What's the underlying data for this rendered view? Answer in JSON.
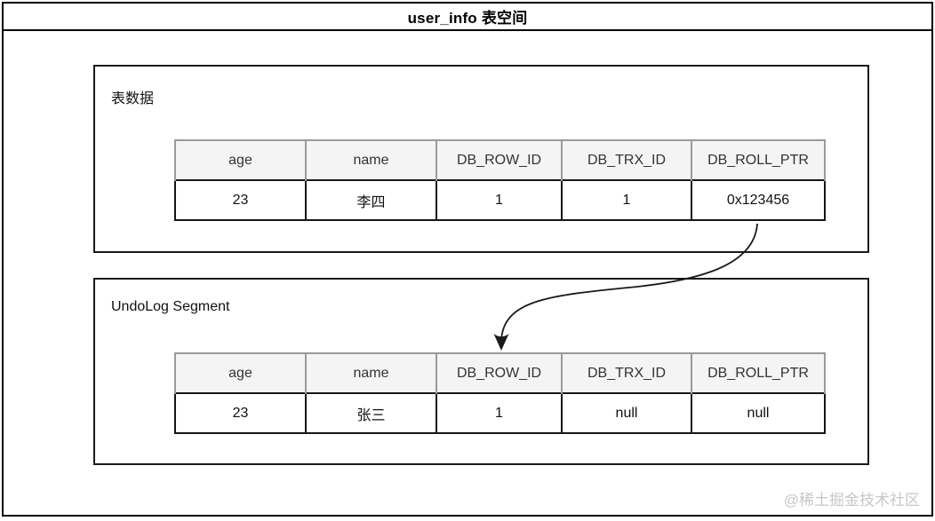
{
  "title": "user_info 表空间",
  "watermark": "@稀土掘金技术社区",
  "sections": [
    {
      "label": "表数据",
      "table": {
        "headers": [
          "age",
          "name",
          "DB_ROW_ID",
          "DB_TRX_ID",
          "DB_ROLL_PTR"
        ],
        "row": [
          "23",
          "李四",
          "1",
          "1",
          "0x123456"
        ]
      }
    },
    {
      "label": "UndoLog Segment",
      "table": {
        "headers": [
          "age",
          "name",
          "DB_ROW_ID",
          "DB_TRX_ID",
          "DB_ROLL_PTR"
        ],
        "row": [
          "23",
          "张三",
          "1",
          "null",
          "null"
        ]
      }
    }
  ],
  "arrow": {
    "from": "0x123456",
    "to": "UndoLog Segment"
  },
  "colors": {
    "frame_border": "#000000",
    "cell_border": "#161616",
    "header_border": "#9a9a9a",
    "header_bg": "#f4f4f4",
    "watermark": "#c7c7c7"
  }
}
